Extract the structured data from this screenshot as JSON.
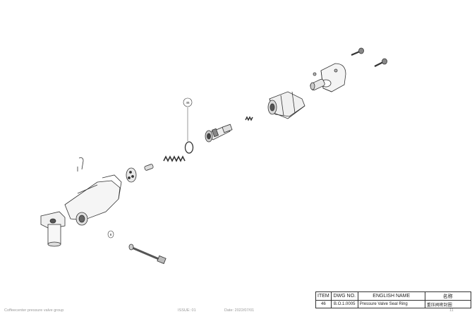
{
  "bom": {
    "headers": {
      "item": "ITEM",
      "dwg": "DWG NO.",
      "english": "ENGLISH NAME",
      "chinese": "名称"
    },
    "row": {
      "item": "46",
      "dwg": "B.O.1.0005",
      "english": "Pressure Valve Seal Ring",
      "chinese": "重压阀密封圈"
    }
  },
  "callouts": {
    "balloon": "46",
    "side_note": "8"
  },
  "footer": {
    "title": "Coffeecenter pressure valve group",
    "issue": "ISSUE: 01",
    "date": "Date: 2022/07/01",
    "page": "11"
  }
}
